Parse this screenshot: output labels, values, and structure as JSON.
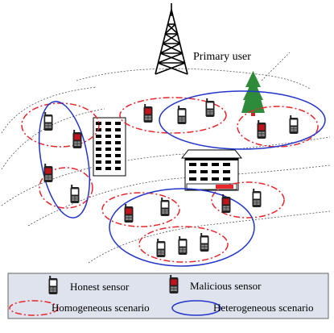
{
  "tower_label": "Primary user",
  "legend": {
    "honest_label": "Honest sensor",
    "malicious_label": "Malicious sensor",
    "homogeneous_label": "Homogeneous scenario",
    "heterogeneous_label": "Heterogeneous scenario"
  },
  "colors": {
    "homogeneous": "#e8262b",
    "heterogeneous": "#2335c9",
    "malicious_screen": "#c0141c",
    "honest_screen": "#ffffff",
    "tree": "#2e8b3a",
    "trunk": "#c8262b",
    "legend_bg": "#dfe3ee"
  },
  "icons": {
    "tower": "radio-tower-icon",
    "tree": "tree-icon",
    "office": "office-building-icon",
    "apartment": "apartment-building-icon",
    "honest_sensor": "honest-phone-icon",
    "malicious_sensor": "malicious-phone-icon"
  }
}
